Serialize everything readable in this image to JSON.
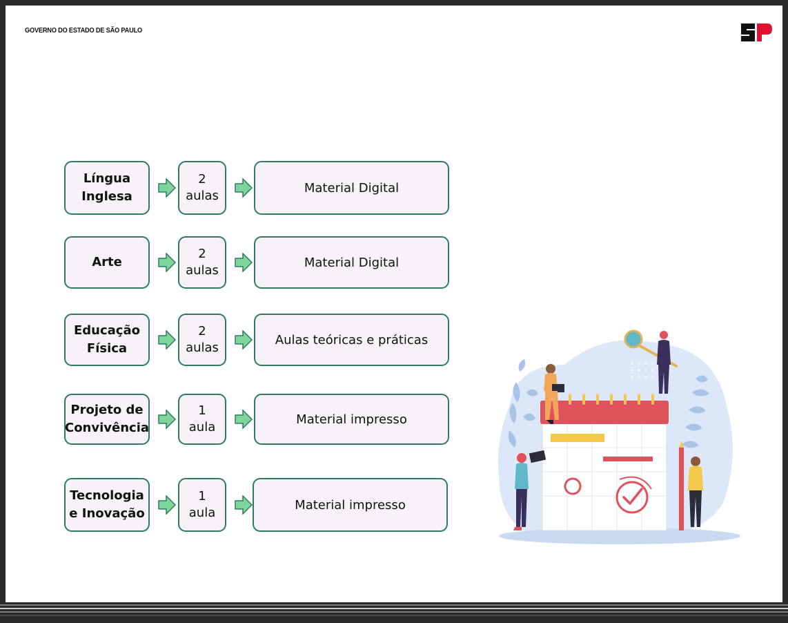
{
  "header": {
    "title": "GOVERNO DO ESTADO DE SÃO PAULO",
    "logo_text": "SP"
  },
  "rows": [
    {
      "subject": [
        "Língua",
        "Inglesa"
      ],
      "count": [
        "2",
        "aulas"
      ],
      "material": "Material Digital"
    },
    {
      "subject": [
        "Arte"
      ],
      "count": [
        "2",
        "aulas"
      ],
      "material": "Material Digital"
    },
    {
      "subject": [
        "Educação",
        "Física"
      ],
      "count": [
        "2",
        "aulas"
      ],
      "material": "Aulas teóricas e práticas"
    },
    {
      "subject": [
        "Projeto de",
        "Convivência"
      ],
      "count": [
        "1",
        "aula"
      ],
      "material": "Material impresso"
    },
    {
      "subject": [
        "Tecnologia",
        "e Inovação"
      ],
      "count": [
        "1",
        "aula"
      ],
      "material": "Material impresso"
    }
  ],
  "colors": {
    "box_border": "#2f7a62",
    "box_fill": "#f7f2f7",
    "arrow_fill": "#7fd69a",
    "calendar_red": "#e0525b",
    "blob_blue": "#dce8f8"
  },
  "icons": {
    "arrow": "right-arrow-icon",
    "logo": "sp-logo-icon"
  }
}
